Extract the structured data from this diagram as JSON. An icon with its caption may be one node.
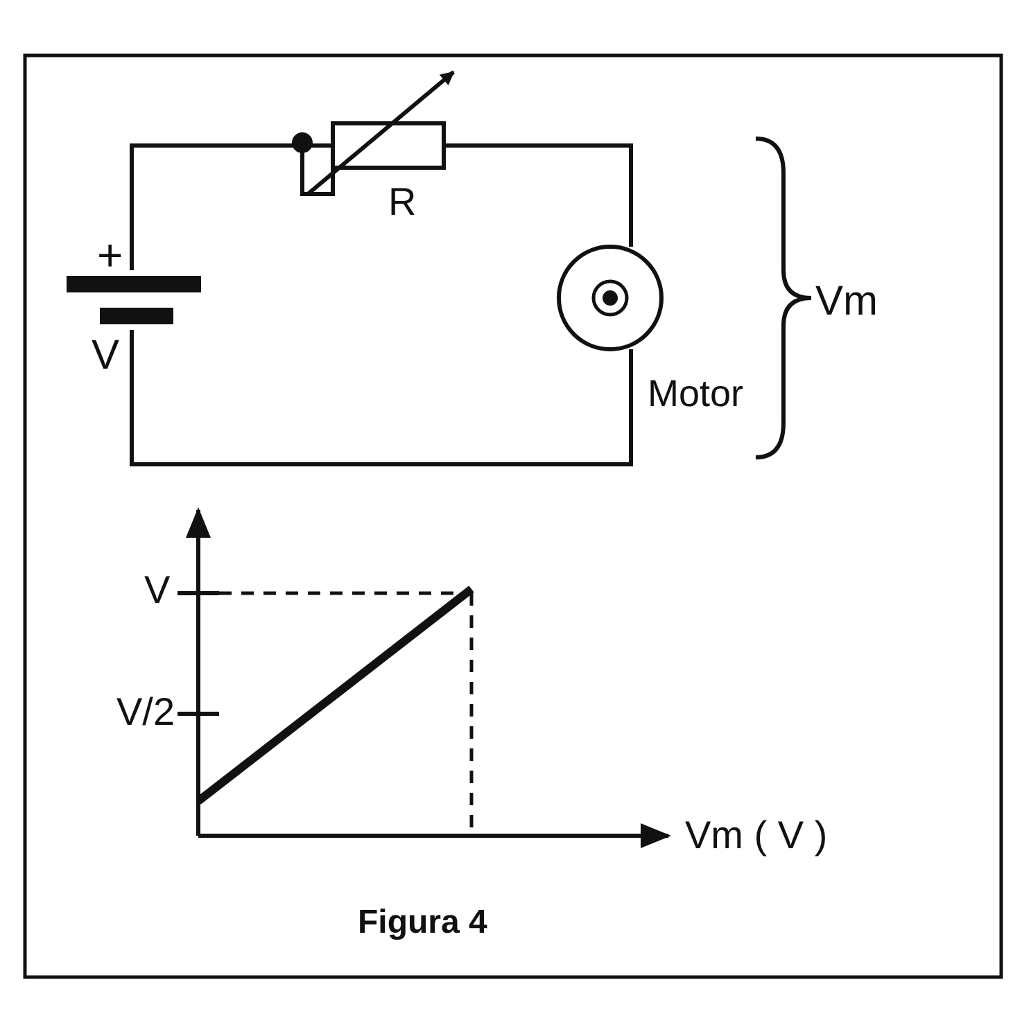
{
  "diagram": {
    "caption": "Figura 4",
    "labels": [
      "+",
      "V",
      "R",
      "Vm",
      "Motor",
      "V",
      "V/2",
      "Vm ( V )"
    ]
  }
}
